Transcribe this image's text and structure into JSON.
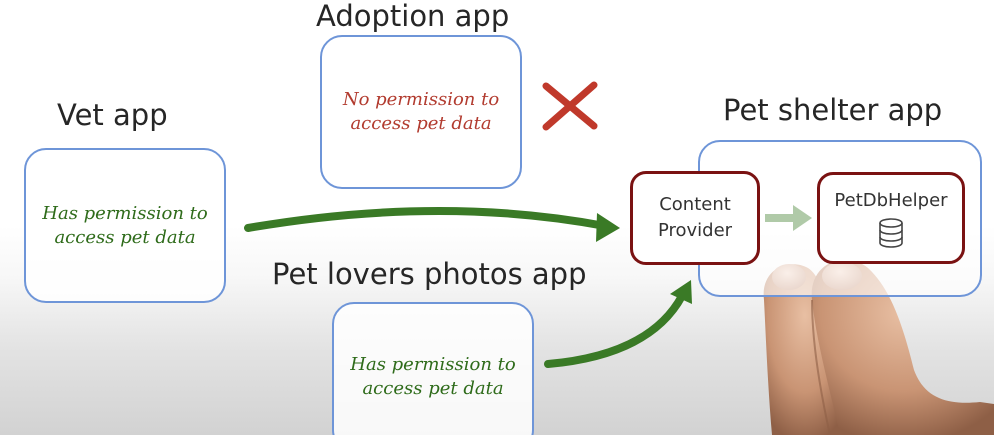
{
  "diagram": {
    "adoption_app": {
      "title": "Adoption app",
      "note": "No permission to access pet data",
      "status_icon": "x-mark-icon",
      "note_color": "#b23b2f"
    },
    "vet_app": {
      "title": "Vet app",
      "note": "Has permission to access pet data",
      "note_color": "#2e6b1a"
    },
    "pet_lovers_photos_app": {
      "title": "Pet lovers photos app",
      "note": "Has permission to access pet data",
      "note_color": "#2e6b1a"
    },
    "pet_shelter_app": {
      "title": "Pet shelter app",
      "content_provider": {
        "line1": "Content",
        "line2": "Provider"
      },
      "db_helper": {
        "label": "PetDbHelper",
        "icon": "database-icon"
      }
    }
  },
  "colors": {
    "app_box_border": "#6e95d8",
    "component_border": "#7a1212",
    "arrow_green": "#3a7a26",
    "cross_red": "#c0392b"
  }
}
